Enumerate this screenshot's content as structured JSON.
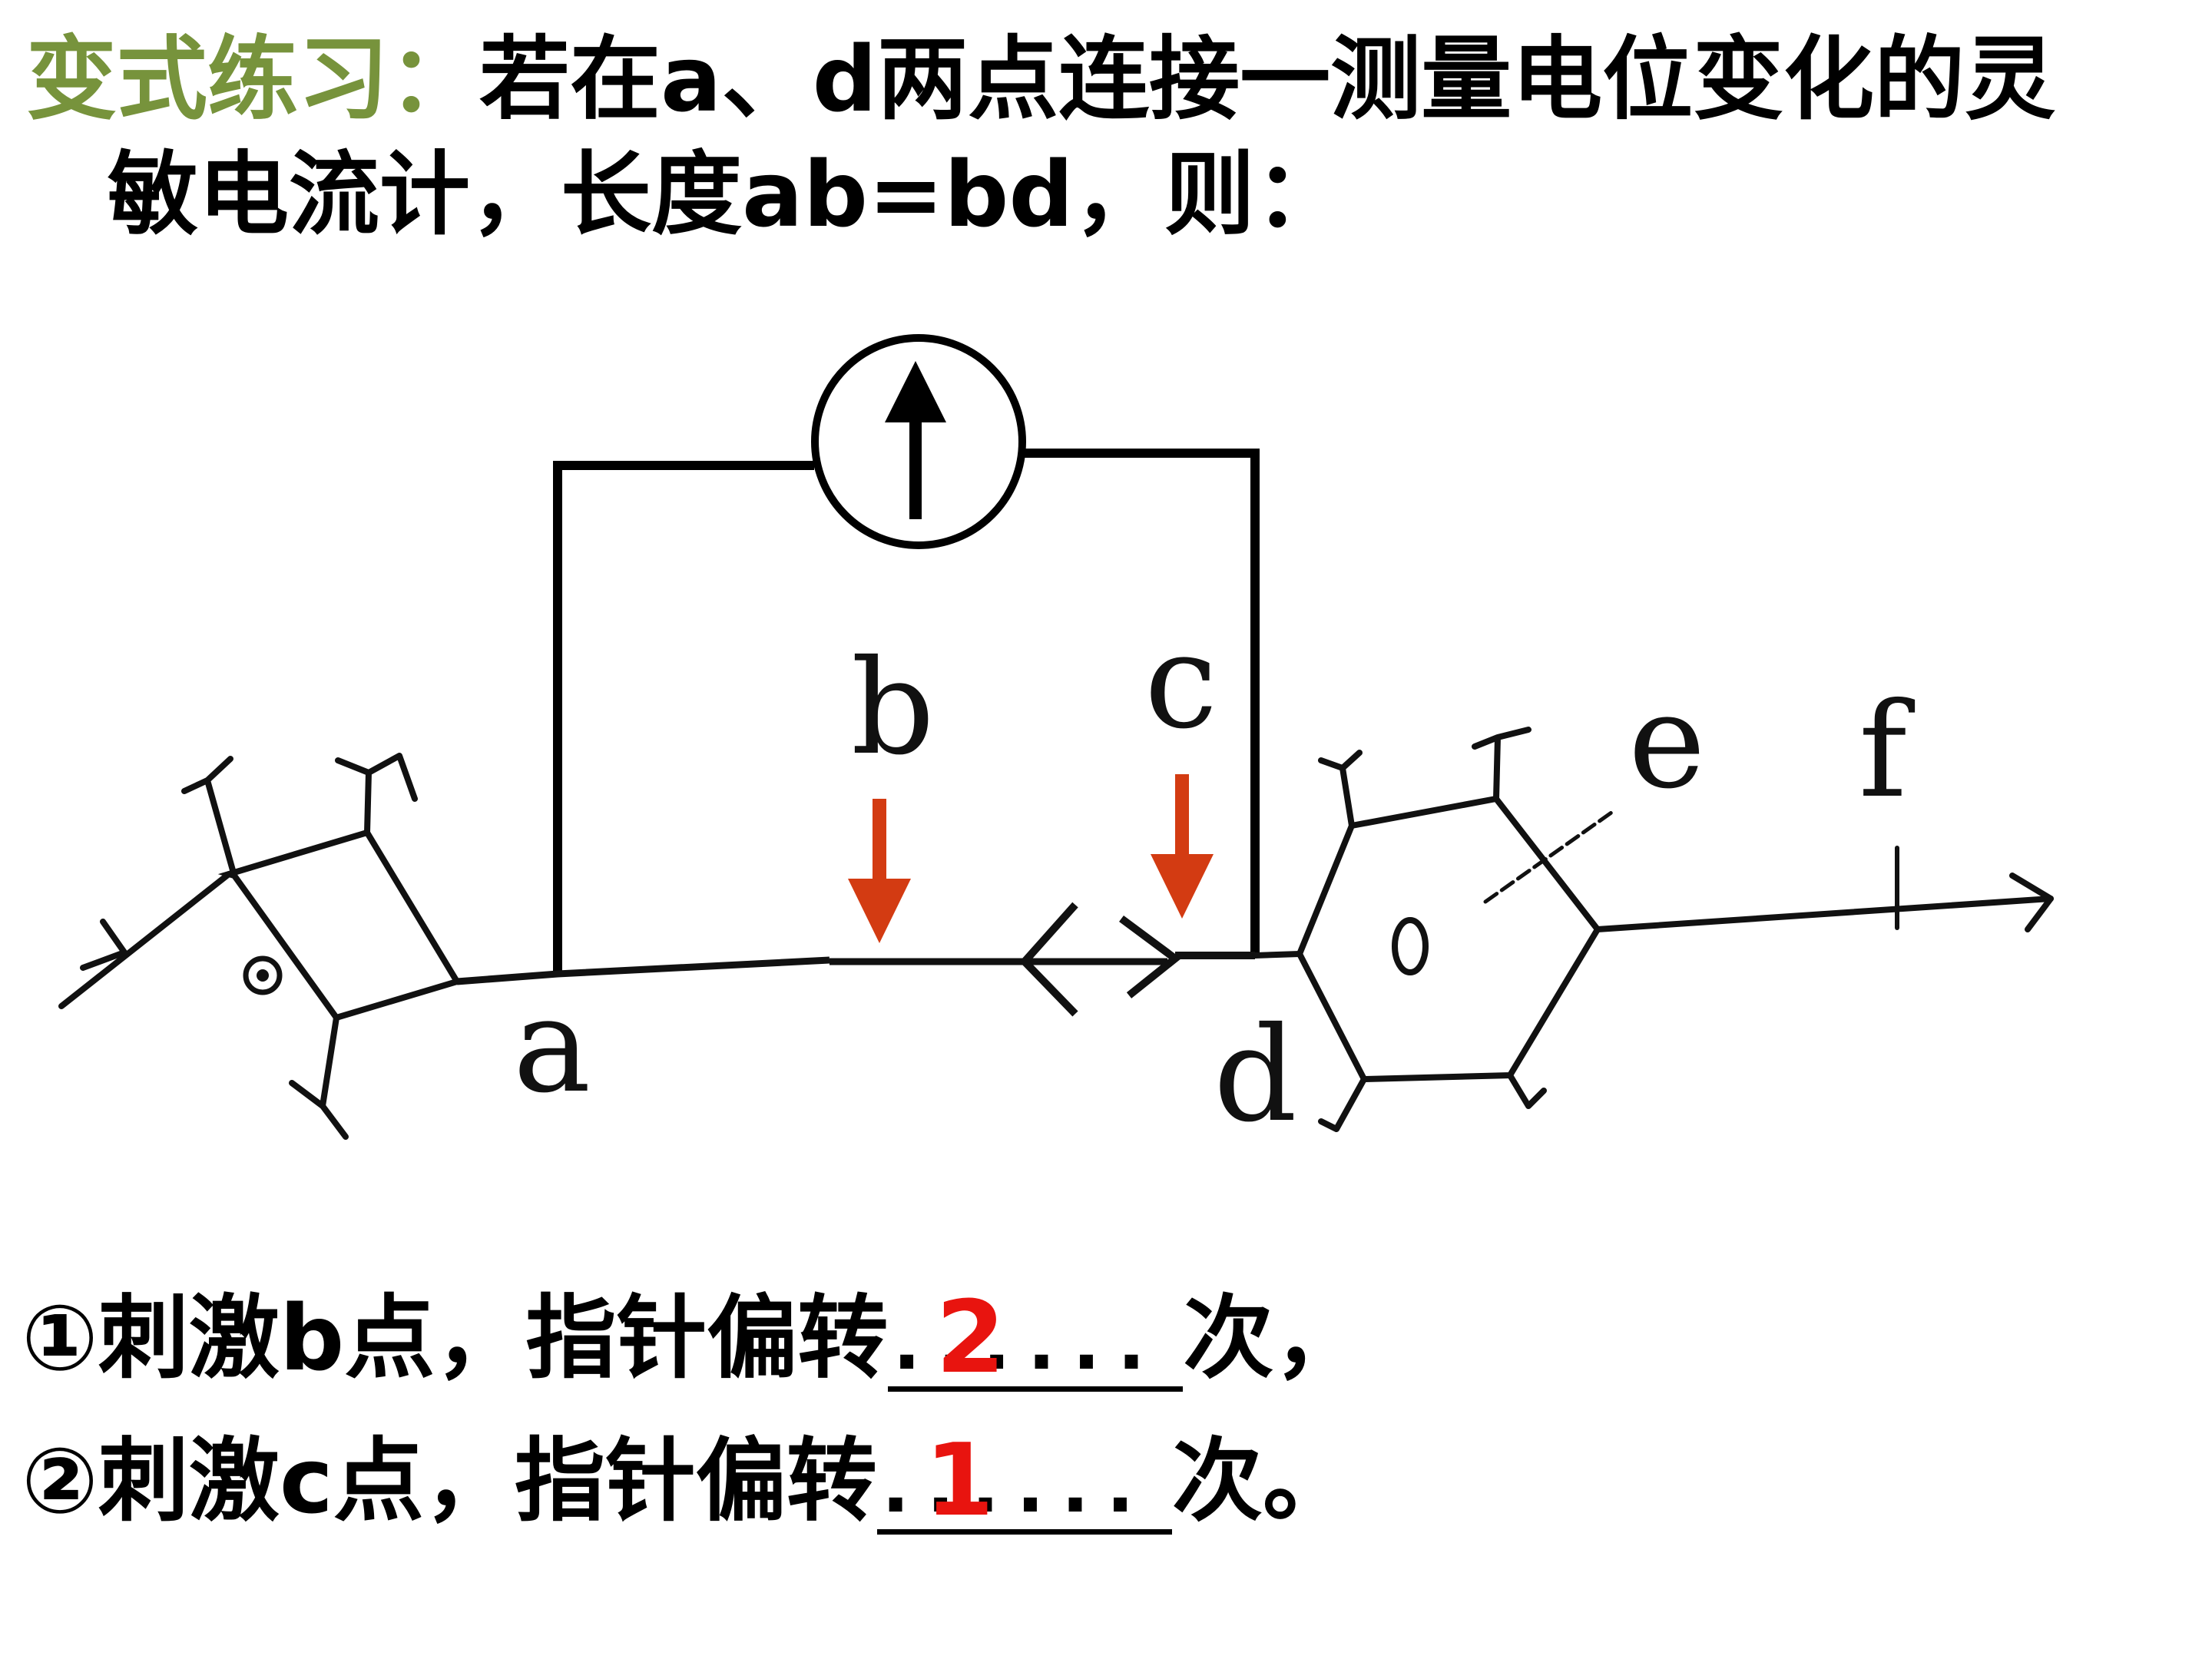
{
  "title": {
    "lead": "变式练习：",
    "line1": "若在a、d两点连接一测量电位变化的灵",
    "line2": "敏电流计，长度ab=bd，则："
  },
  "labels": {
    "a": "a",
    "b": "b",
    "c": "c",
    "d": "d",
    "e": "e",
    "f": "f"
  },
  "questions": [
    {
      "prefix": "①刺激b点，指针偏转",
      "dots": "......",
      "answer": "2",
      "suffix": "次，"
    },
    {
      "prefix": "②刺激c点，指针偏转",
      "dots": "......",
      "answer": "1",
      "suffix": "次。"
    }
  ],
  "colors": {
    "lead": "#77933c",
    "arrow": "#d33b12",
    "answer": "#e8140f"
  }
}
